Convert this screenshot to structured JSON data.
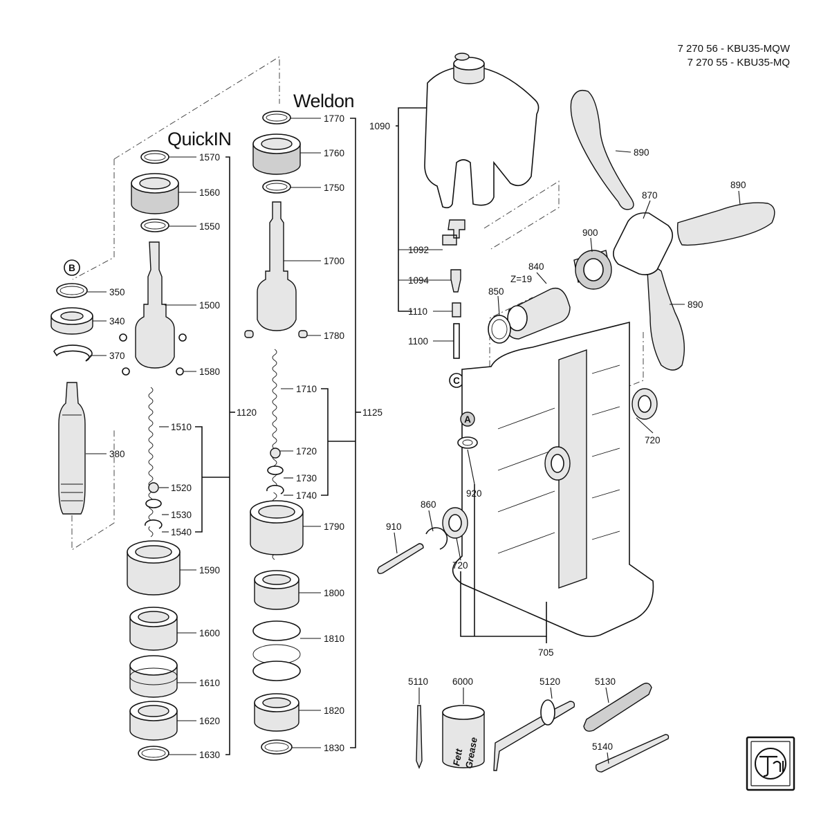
{
  "header": {
    "line1": "7 270 56 - KBU35-MQW",
    "line2": "7 270 55 - KBU35-MQ"
  },
  "groups": {
    "quickin": "QuickIN",
    "weldon": "Weldon"
  },
  "markers": {
    "a": "A",
    "b": "B",
    "c": "C"
  },
  "grease_can": {
    "line1": "Fett",
    "line2": "Grease"
  },
  "parts": {
    "p350": "350",
    "p340": "340",
    "p370": "370",
    "p380": "380",
    "p1570": "1570",
    "p1560": "1560",
    "p1550": "1550",
    "p1500": "1500",
    "p1580": "1580",
    "p1510": "1510",
    "p1520": "1520",
    "p1530": "1530",
    "p1540": "1540",
    "p1590": "1590",
    "p1600": "1600",
    "p1610": "1610",
    "p1620": "1620",
    "p1630": "1630",
    "p1120": "1120",
    "p1770": "1770",
    "p1760": "1760",
    "p1750": "1750",
    "p1700": "1700",
    "p1780": "1780",
    "p1710": "1710",
    "p1720": "1720",
    "p1730": "1730",
    "p1740": "1740",
    "p1790": "1790",
    "p1800": "1800",
    "p1810": "1810",
    "p1820": "1820",
    "p1830": "1830",
    "p1125": "1125",
    "p1090": "1090",
    "p1092": "1092",
    "p1094": "1094",
    "p1110": "1110",
    "p1100": "1100",
    "p890a": "890",
    "p890b": "890",
    "p890c": "890",
    "p870": "870",
    "p900": "900",
    "p840": "840",
    "z19": "Z=19",
    "p850": "850",
    "p720a": "720",
    "p720b": "720",
    "p920": "920",
    "p860": "860",
    "p910": "910",
    "p705": "705",
    "p5110": "5110",
    "p6000": "6000",
    "p5120": "5120",
    "p5130": "5130",
    "p5140": "5140"
  }
}
